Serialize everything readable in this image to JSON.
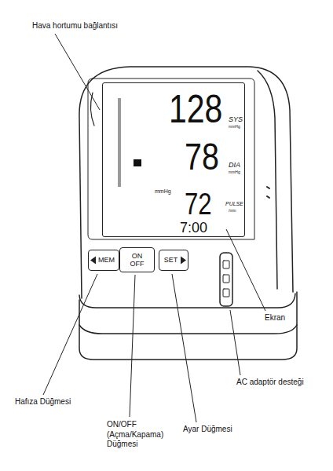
{
  "diagram": {
    "nodes": [
      {
        "text": [
          "128",
          "SYS",
          "mmHg",
          "78",
          "DIA",
          "mmHg",
          "mmHg",
          "72",
          "PULSE",
          "/min",
          "7:00"
        ]
      },
      {
        "text": [
          "MEM"
        ]
      },
      {
        "text": [
          "ON OFF"
        ]
      },
      {
        "text": [
          "SET"
        ]
      }
    ],
    "labels": [
      "Hava hortumu bağlantısı",
      "Ekran",
      "AC adaptör desteği",
      "Hafıza Düğmesi",
      "ON/OFF (Açma/Kapama) Düğmesi",
      "Ayar Düğmesi"
    ]
  }
}
